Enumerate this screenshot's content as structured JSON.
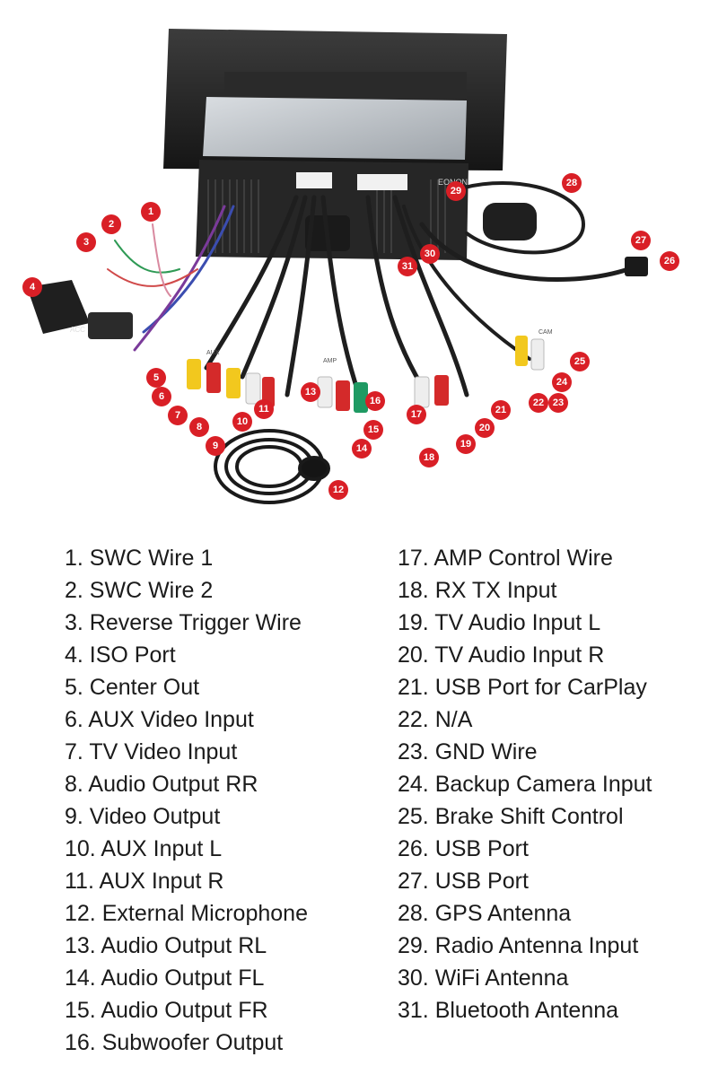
{
  "image": {
    "brand_logo_text": "EONON",
    "connector_labels": [
      "ACC",
      "AMP",
      "AUX",
      "CAM"
    ]
  },
  "colors": {
    "marker": "#d91f26",
    "marker_text": "#ffffff",
    "legend_text": "#1b1b1b",
    "unit_body": "#2b2b2b",
    "rca_red": "#d42a2a",
    "rca_white": "#eeeeee",
    "rca_yellow": "#f2c81e",
    "rca_green": "#1f9a63"
  },
  "markers": [
    "1",
    "2",
    "3",
    "4",
    "5",
    "6",
    "7",
    "8",
    "9",
    "10",
    "11",
    "12",
    "13",
    "14",
    "15",
    "16",
    "17",
    "18",
    "19",
    "20",
    "21",
    "22",
    "23",
    "24",
    "25",
    "26",
    "27",
    "28",
    "29",
    "30",
    "31"
  ],
  "legend": {
    "left": [
      "1. SWC Wire 1",
      "2. SWC Wire 2",
      "3. Reverse Trigger Wire",
      "4. ISO Port",
      "5. Center Out",
      "6. AUX Video Input",
      "7. TV Video Input",
      "8. Audio Output RR",
      "9. Video Output",
      "10. AUX Input L",
      "11. AUX Input R",
      "12. External Microphone",
      "13. Audio Output RL",
      "14. Audio Output FL",
      "15. Audio Output FR",
      "16. Subwoofer Output"
    ],
    "right": [
      "17. AMP Control Wire",
      "18. RX TX Input",
      "19. TV Audio Input L",
      "20. TV Audio Input R",
      "21. USB Port for CarPlay",
      "22. N/A",
      "23. GND Wire",
      "24. Backup Camera Input",
      "25. Brake Shift Control",
      "26. USB Port",
      "27. USB Port",
      "28. GPS Antenna",
      "29. Radio Antenna Input",
      "30. WiFi Antenna",
      "31. Bluetooth Antenna"
    ]
  }
}
